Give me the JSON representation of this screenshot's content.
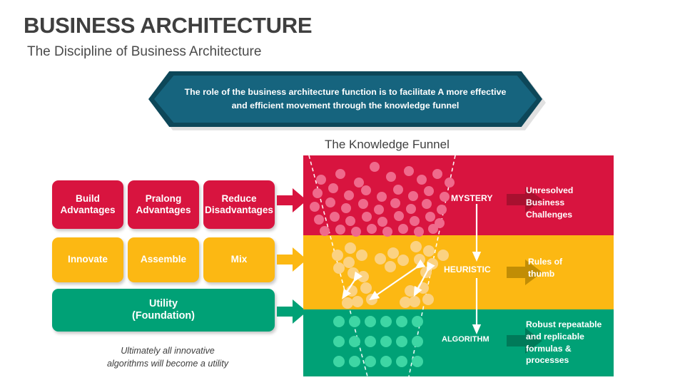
{
  "header": {
    "title": "BUSINESS ARCHITECTURE",
    "subtitle": "The Discipline of Business Architecture"
  },
  "banner": {
    "line1": "The role of the business architecture function is to facilitate A more effective",
    "line2": "and efficient movement through the knowledge funnel",
    "fill": "#16647e",
    "border": "#0d4759"
  },
  "cards": {
    "row_crimson": [
      {
        "line1": "Build",
        "line2": "Advantages"
      },
      {
        "line1": "Pralong",
        "line2": "Advantages"
      },
      {
        "line1": "Reduce",
        "line2": "Disadvantages"
      }
    ],
    "row_amber": [
      {
        "line1": "Innovate",
        "line2": ""
      },
      {
        "line1": "Assemble",
        "line2": ""
      },
      {
        "line1": "Mix",
        "line2": ""
      }
    ],
    "row_green": {
      "line1": "Utility",
      "line2": "(Foundation)"
    },
    "caption_line1": "Ultimately all innovative",
    "caption_line2": "algorithms will become a utility",
    "colors": {
      "crimson": "#d8143f",
      "amber": "#fcb813",
      "green": "#00a176"
    }
  },
  "funnel": {
    "title": "The Knowledge Funnel",
    "zones": [
      {
        "label": "MYSTERY",
        "note_line1": "Unresolved",
        "note_line2": "Business",
        "note_line3": "Challenges",
        "band_color": "#d8143f",
        "dot_color": "#ef6a8c",
        "arrow_color": "#a8102f"
      },
      {
        "label": "HEURISTIC",
        "note_line1": "Rules of",
        "note_line2": "thumb",
        "note_line3": "",
        "band_color": "#fcb813",
        "dot_color": "#fbd282",
        "arrow_color": "#c18d05"
      },
      {
        "label": "ALGORITHM",
        "note_line1": "Robust repeatable",
        "note_line2": "and replicable",
        "note_line3": "formulas &",
        "note_line4": "processes",
        "band_color": "#00a176",
        "dot_color": "#3ed6a4",
        "arrow_color": "#007a59"
      }
    ]
  }
}
